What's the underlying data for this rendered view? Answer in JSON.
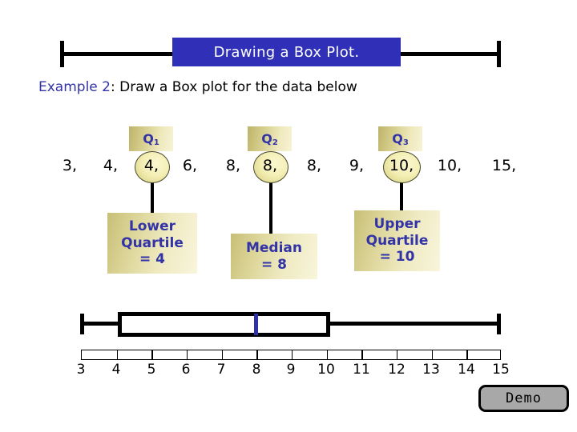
{
  "slide": {
    "title": "Drawing a Box Plot.",
    "title_bar_color": "#2f2fb8",
    "subtitle_highlight": "Example 2",
    "subtitle_rest": ":  Draw a Box plot for the data below",
    "accent_color": "#3333a8"
  },
  "dataset": {
    "values": [
      "3,",
      "4,",
      "4,",
      "6,",
      "8,",
      "8,",
      "8,",
      "9,",
      "10,",
      "10,",
      "15,"
    ],
    "circled_indices": [
      2,
      5,
      8
    ]
  },
  "quartile_tags": [
    {
      "name": "Q1",
      "label": "Q",
      "sub": "1"
    },
    {
      "name": "Q2",
      "label": "Q",
      "sub": "2"
    },
    {
      "name": "Q3",
      "label": "Q",
      "sub": "3"
    }
  ],
  "callouts": [
    {
      "name": "lower-quartile",
      "line1": "Lower",
      "line2": "Quartile",
      "line3": "= 4"
    },
    {
      "name": "median",
      "line1": "Median",
      "line2": "= 8",
      "line3": ""
    },
    {
      "name": "upper-quartile",
      "line1": "Upper",
      "line2": "Quartile",
      "line3": "= 10"
    }
  ],
  "chart_data": {
    "type": "box",
    "title": "Drawing a Box Plot.",
    "xlabel": "",
    "ylabel": "",
    "xlim": [
      3,
      15
    ],
    "grid": false,
    "legend": "none",
    "tick_labels": [
      "3",
      "4",
      "5",
      "6",
      "7",
      "8",
      "9",
      "10",
      "11",
      "12",
      "13",
      "14",
      "15"
    ],
    "tick_values": [
      3,
      4,
      5,
      6,
      7,
      8,
      9,
      10,
      11,
      12,
      13,
      14,
      15
    ],
    "raw_data": [
      3,
      4,
      4,
      6,
      8,
      8,
      8,
      9,
      10,
      10,
      15
    ],
    "box": {
      "min": 3,
      "lower_quartile": 4,
      "median": 8,
      "upper_quartile": 10,
      "max": 15
    },
    "median_color": "#2f2fa8",
    "box_color": "#000000"
  },
  "demo": {
    "label": "Demo"
  }
}
